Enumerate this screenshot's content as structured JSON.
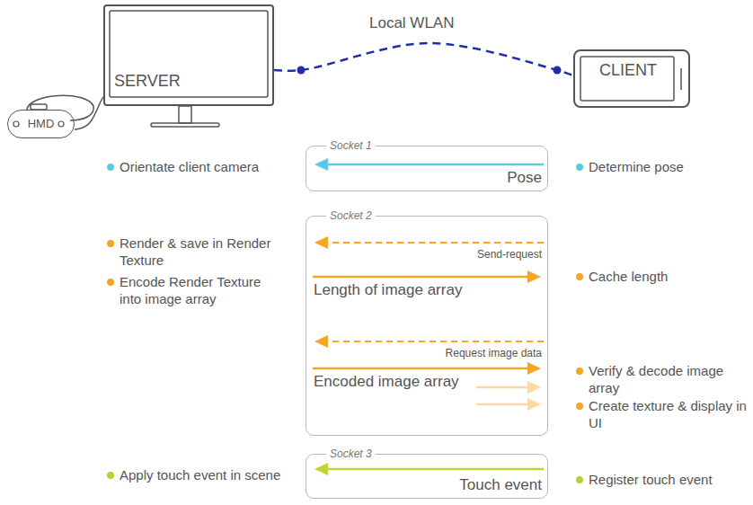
{
  "diagram": {
    "nodes": [
      {
        "text": [
          "SERVER"
        ]
      },
      {
        "text": [
          "HMD"
        ]
      },
      {
        "text": [
          "CLIENT"
        ]
      },
      {
        "text": [
          "Socket 1",
          "Pose"
        ]
      },
      {
        "text": [
          "Socket 2",
          "Send-request",
          "Length of image array",
          "Request image data",
          "Encoded image array"
        ]
      },
      {
        "text": [
          "Socket 3",
          "Touch event"
        ]
      }
    ],
    "edges": [
      {
        "from": 0,
        "to": 2,
        "label": "Local WLAN",
        "arrow": "none"
      },
      {
        "from": 1,
        "to": 0,
        "arrow": "none"
      }
    ],
    "labels": [
      "Orientate client camera",
      "Determine pose",
      "Render & save in Render Texture",
      "Encode Render Texture into image array",
      "Cache length",
      "Verify & decode image array",
      "Create texture & display in UI",
      "Apply touch event in scene",
      "Register touch event"
    ]
  }
}
